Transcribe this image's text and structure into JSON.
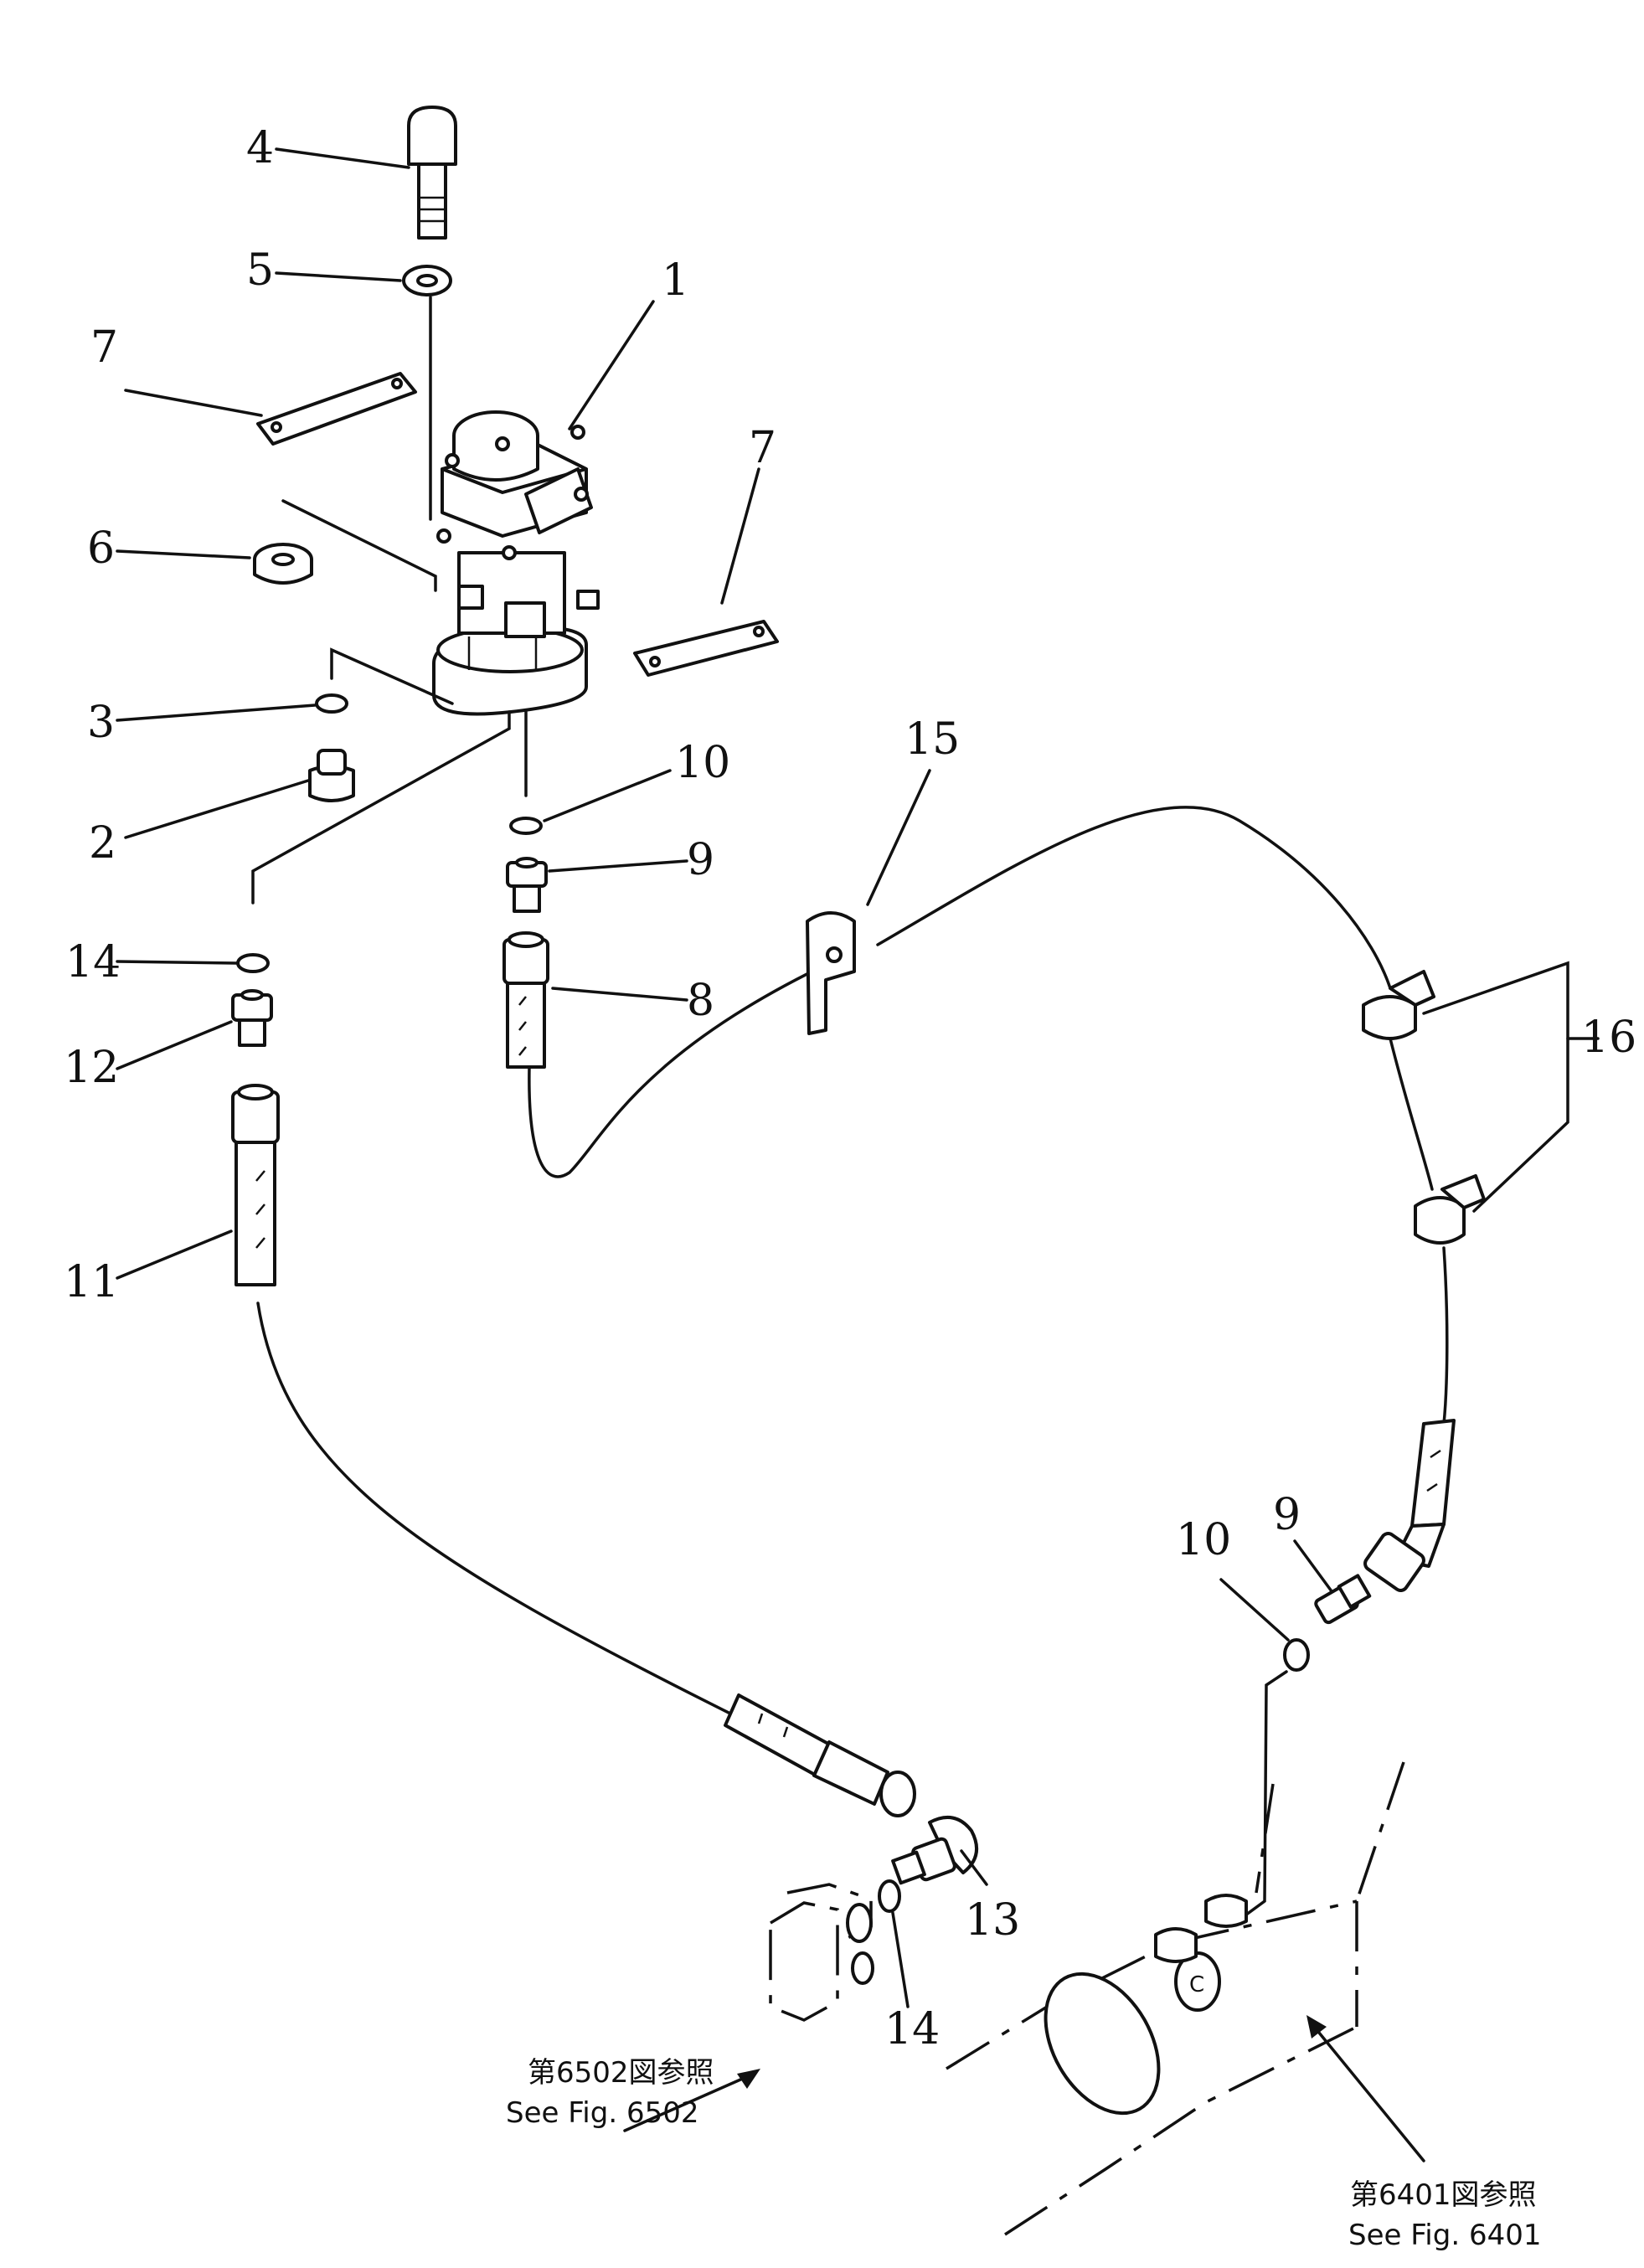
{
  "callouts": {
    "c1": "1",
    "c2": "2",
    "c3": "3",
    "c4": "4",
    "c5": "5",
    "c6": "6",
    "c7a": "7",
    "c7b": "7",
    "c8": "8",
    "c9a": "9",
    "c9b": "9",
    "c10a": "10",
    "c10b": "10",
    "c11": "11",
    "c12": "12",
    "c13": "13",
    "c14a": "14",
    "c14b": "14",
    "c15": "15",
    "c16": "16"
  },
  "references": {
    "fig6502_jp": "第6502図参照",
    "fig6502_en": "See Fig. 6502",
    "fig6401_jp": "第6401図参照",
    "fig6401_en": "See Fig. 6401"
  }
}
